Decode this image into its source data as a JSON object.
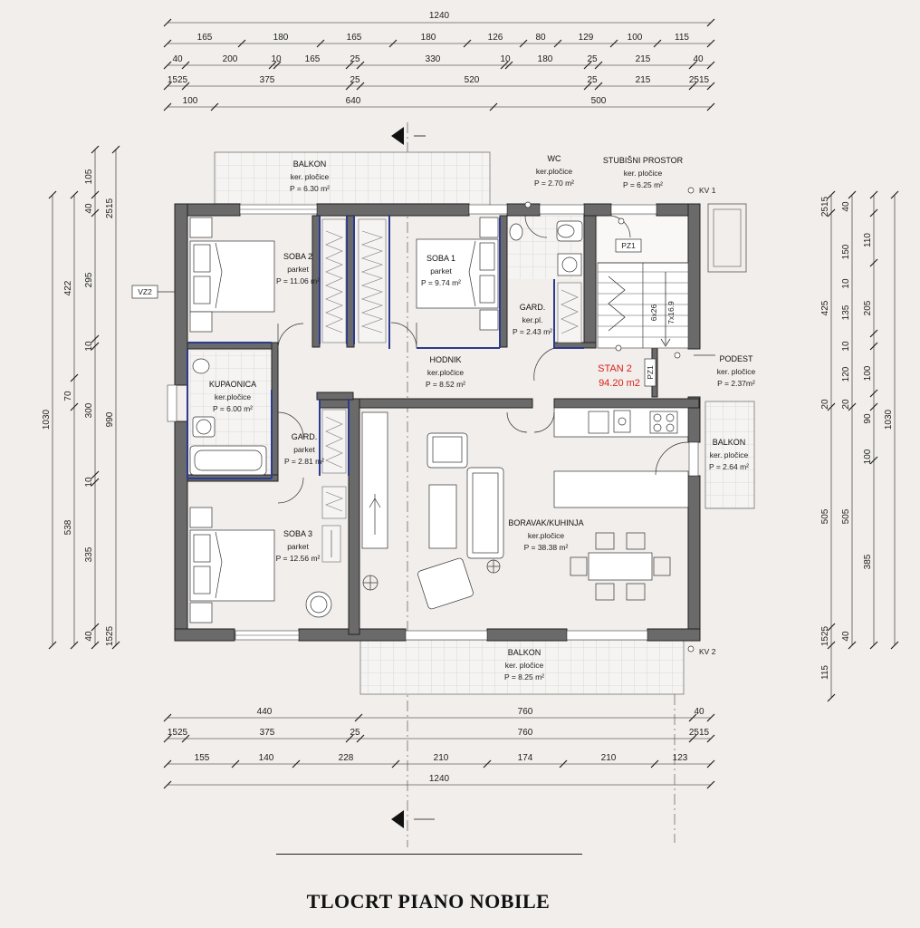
{
  "title": "TLOCRT PIANO NOBILE",
  "dimensions": {
    "top": {
      "row1": [
        "1240"
      ],
      "row2": [
        "165",
        "180",
        "165",
        "180",
        "126",
        "80",
        "129",
        "100",
        "115"
      ],
      "row3": [
        "40",
        "200",
        "10",
        "165",
        "25",
        "330",
        "10",
        "180",
        "25",
        "215",
        "40"
      ],
      "row4": [
        "1525",
        "375",
        "25",
        "520",
        "25",
        "215",
        "2515"
      ],
      "row5": [
        "100",
        "640",
        "500"
      ]
    },
    "bottom": {
      "row1": [
        "440",
        "760",
        "40"
      ],
      "row2": [
        "1525",
        "375",
        "25",
        "760",
        "2515"
      ],
      "row3": [
        "155",
        "140",
        "228",
        "210",
        "174",
        "210",
        "123"
      ],
      "row4": [
        "1240"
      ]
    },
    "left": {
      "outer": [
        "1030"
      ],
      "mid": [
        "422",
        "70",
        "538"
      ],
      "inner": [
        "105",
        "40",
        "2515",
        "295",
        "10",
        "300",
        "10",
        "335",
        "40",
        "1525"
      ],
      "inner2": [
        "990"
      ]
    },
    "right": {
      "outer": [
        "1030"
      ],
      "mid": [
        "425",
        "505"
      ],
      "inner": [
        "2515",
        "40",
        "110",
        "150",
        "10",
        "135",
        "205",
        "10",
        "120",
        "100",
        "20",
        "20",
        "90",
        "100",
        "505",
        "385",
        "40",
        "1525",
        "115"
      ]
    }
  },
  "rooms": [
    {
      "name": "BALKON",
      "floor": "ker. pločice",
      "area": "P = 6.30 m²"
    },
    {
      "name": "WC",
      "floor": "ker.pločice",
      "area": "P = 2.70 m²"
    },
    {
      "name": "STUBIŠNI PROSTOR",
      "floor": "ker. pločice",
      "area": "P = 6.25 m²"
    },
    {
      "name": "SOBA 2",
      "floor": "parket",
      "area": "P = 11.06 m²"
    },
    {
      "name": "SOBA 1",
      "floor": "parket",
      "area": "P = 9.74 m²"
    },
    {
      "name": "GARD.",
      "floor": "ker.pl.",
      "area": "P = 2.43 m²"
    },
    {
      "name": "HODNIK",
      "floor": "ker.pločice",
      "area": "P = 8.52 m²"
    },
    {
      "name": "PODEST",
      "floor": "ker. pločice",
      "area": "P = 2.37m²"
    },
    {
      "name": "KUPAONICA",
      "floor": "ker.pločice",
      "area": "P = 6.00 m²"
    },
    {
      "name": "GARD.",
      "floor": "parket",
      "area": "P = 2.81 m²"
    },
    {
      "name": "BALKON",
      "floor": "ker. pločice",
      "area": "P = 2.64 m²"
    },
    {
      "name": "BORAVAK/KUHINJA",
      "floor": "ker.pločice",
      "area": "P = 38.38 m²"
    },
    {
      "name": "SOBA 3",
      "floor": "parket",
      "area": "P = 12.56 m²"
    },
    {
      "name": "BALKON",
      "floor": "ker. pločice",
      "area": "P = 8.25 m²"
    }
  ],
  "unit": {
    "name": "STAN 2",
    "area": "94.20 m2"
  },
  "tags": {
    "vz2": "VZ2",
    "pz1a": "PZ1",
    "pz1b": "PZ1",
    "kv1": "KV 1",
    "kv2": "KV 2",
    "stairs": "6x26",
    "stairs2": "7x16.9"
  },
  "colors": {
    "unit_label": "#d9231b",
    "wardrobe": "#2c3a8f",
    "wall": "#6a6a6a",
    "background": "#f1eeeb"
  }
}
